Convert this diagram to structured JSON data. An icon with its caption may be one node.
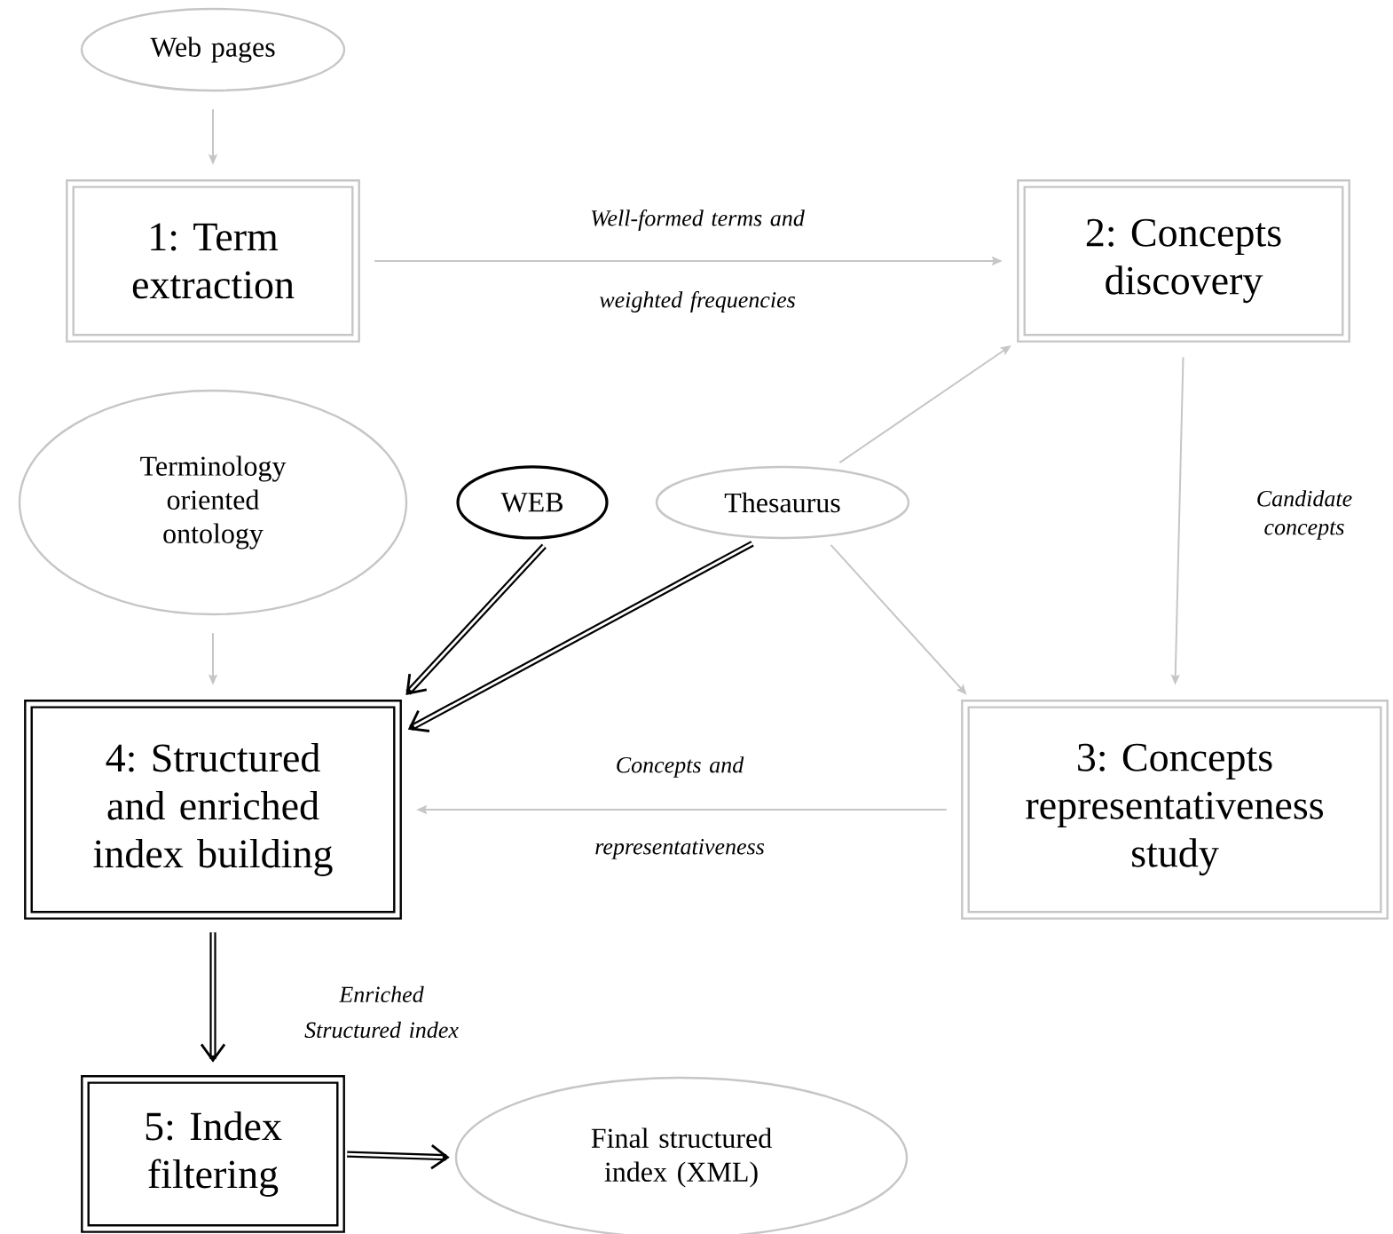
{
  "diagram": {
    "nodes": [
      {
        "text": [
          "Web pages"
        ]
      },
      {
        "text": [
          "1: Term extraction"
        ]
      },
      {
        "text": [
          "2: Concepts discovery"
        ]
      },
      {
        "text": [
          "Terminology oriented ontology"
        ]
      },
      {
        "text": [
          "WEB"
        ]
      },
      {
        "text": [
          "Thesaurus"
        ]
      },
      {
        "text": [
          "4: Structured and enriched index building"
        ]
      },
      {
        "text": [
          "3: Concepts representativeness study"
        ]
      },
      {
        "text": [
          "5: Index filtering"
        ]
      },
      {
        "text": [
          "Final structured index (XML)"
        ]
      }
    ],
    "edges": [
      {
        "from": 0,
        "to": 1,
        "arrow": "to"
      },
      {
        "from": 1,
        "to": 2,
        "arrow": "to",
        "label": "Well-formed terms and weighted frequencies"
      },
      {
        "from": 5,
        "to": 2,
        "arrow": "to"
      },
      {
        "from": 2,
        "to": 7,
        "arrow": "to",
        "label": "Candidate concepts"
      },
      {
        "from": 5,
        "to": 7,
        "arrow": "to"
      },
      {
        "from": 3,
        "to": 6,
        "arrow": "to"
      },
      {
        "from": 4,
        "to": 6,
        "arrow": "to",
        "style": "thick",
        "color": "#000000"
      },
      {
        "from": 5,
        "to": 6,
        "arrow": "to",
        "style": "thick",
        "color": "#000000"
      },
      {
        "from": 7,
        "to": 6,
        "arrow": "to",
        "label": "Concepts and representativeness"
      },
      {
        "from": 6,
        "to": 8,
        "arrow": "to",
        "style": "thick",
        "color": "#000000",
        "label": "Enriched Structured index"
      },
      {
        "from": 8,
        "to": 9,
        "arrow": "to",
        "style": "thick",
        "color": "#000000"
      }
    ]
  }
}
